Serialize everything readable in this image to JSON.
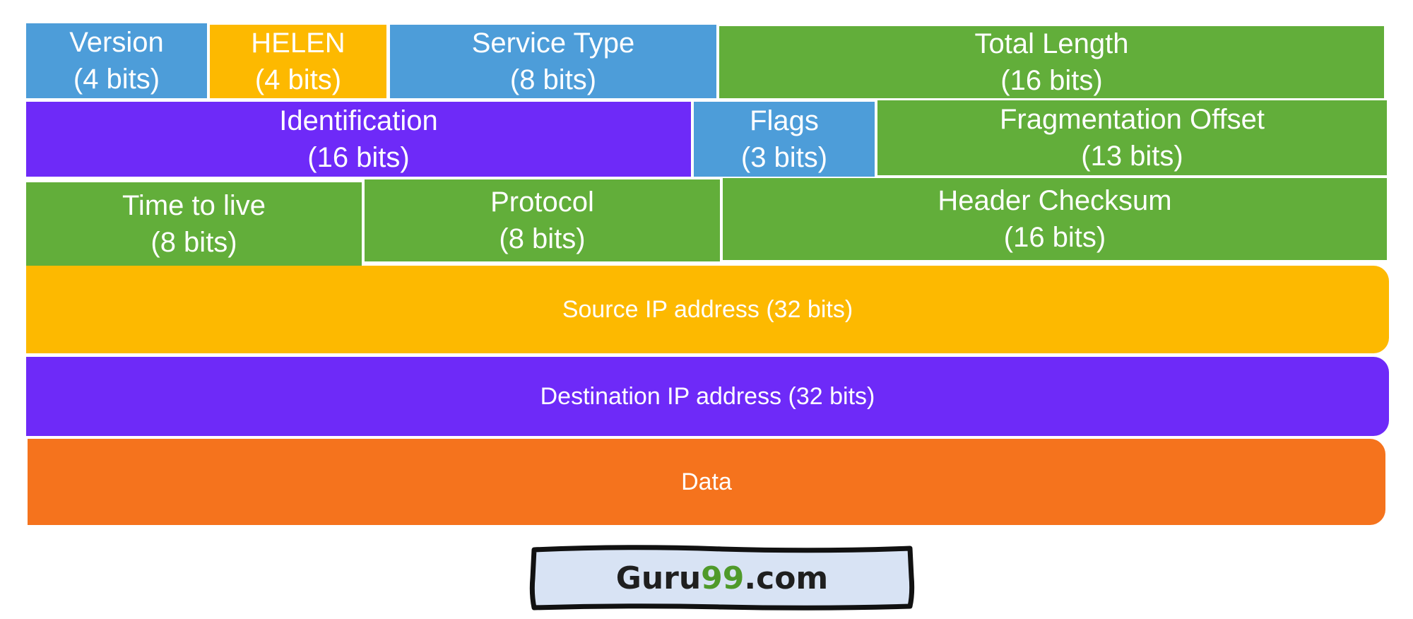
{
  "rows": {
    "row1": [
      {
        "label": "Version",
        "sub": "(4 bits)"
      },
      {
        "label": "HELEN",
        "sub": "(4 bits)"
      },
      {
        "label": "Service Type",
        "sub": "(8 bits)"
      },
      {
        "label": "Total Length",
        "sub": "(16 bits)"
      }
    ],
    "row2": [
      {
        "label": "Identification",
        "sub": "(16 bits)"
      },
      {
        "label": "Flags",
        "sub": "(3 bits)"
      },
      {
        "label": "Fragmentation Offset",
        "sub": "(13 bits)"
      }
    ],
    "row3": [
      {
        "label": "Time to live",
        "sub": "(8 bits)"
      },
      {
        "label": "Protocol",
        "sub": "(8 bits)"
      },
      {
        "label": "Header Checksum",
        "sub": "(16 bits)"
      }
    ]
  },
  "source_ip": "Source IP address (32 bits)",
  "destination_ip": "Destination IP address (32 bits)",
  "data_field": "Data",
  "logo": {
    "prefix": "Guru",
    "number": "99",
    "suffix": ".com"
  },
  "colors": {
    "blue": "#4d9dd9",
    "yellow": "#fdb900",
    "green": "#62ae3a",
    "purple": "#6e2af8",
    "orange": "#f5731d"
  }
}
